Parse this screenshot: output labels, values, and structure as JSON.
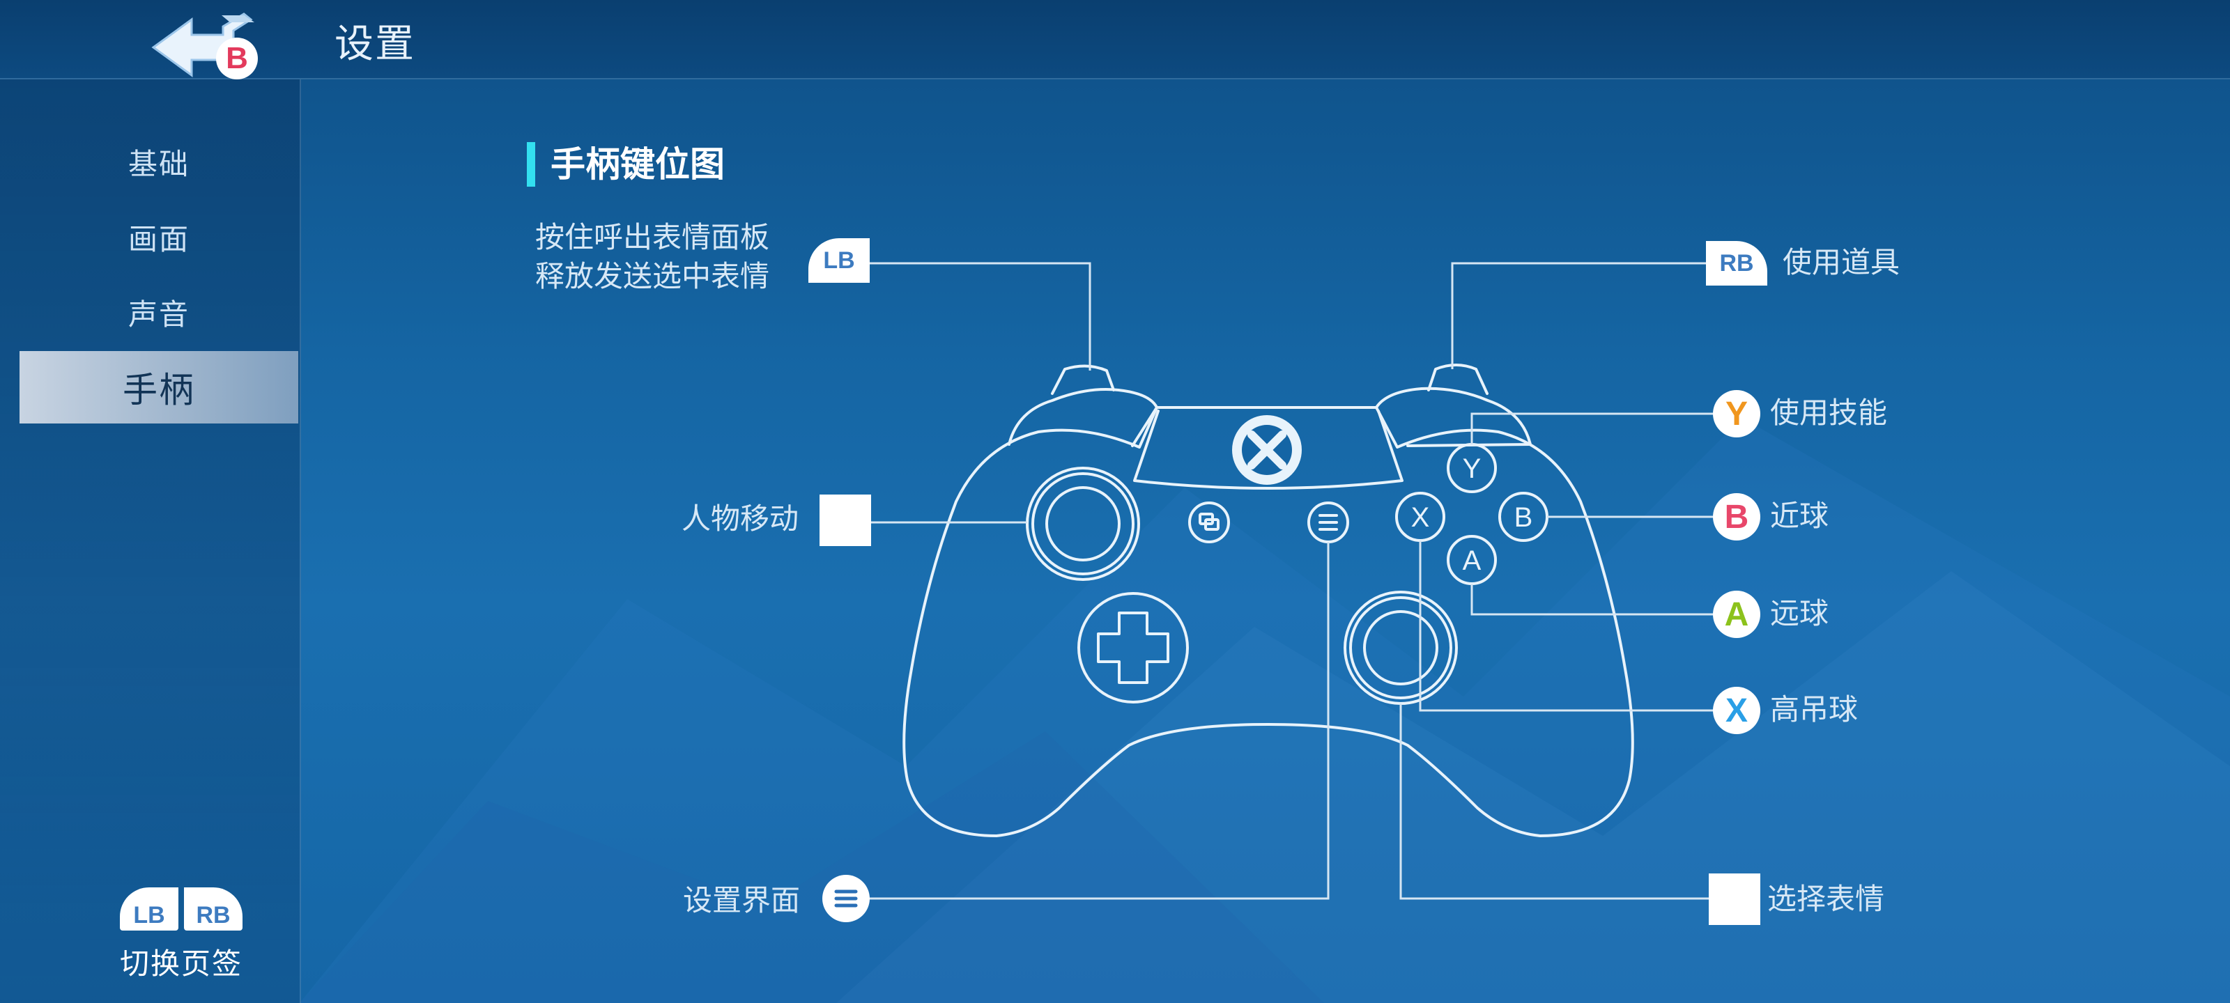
{
  "header": {
    "title": "设置",
    "back_badge": "B"
  },
  "sidebar": {
    "items": [
      {
        "label": "基础",
        "active": false
      },
      {
        "label": "画面",
        "active": false
      },
      {
        "label": "声音",
        "active": false
      },
      {
        "label": "手柄",
        "active": true
      }
    ],
    "tab_switch": {
      "lb": "LB",
      "rb": "RB",
      "label": "切换页签"
    }
  },
  "main": {
    "section_title": "手柄键位图",
    "callouts": {
      "lb_line1": "按住呼出表情面板",
      "lb_line2": "释放发送选中表情",
      "lb_badge": "LB",
      "left_stick": "人物移动",
      "menu": "设置界面",
      "rb_badge": "RB",
      "rb": "使用道具",
      "y_badge": "Y",
      "y": "使用技能",
      "b_badge": "B",
      "b": "近球",
      "a_badge": "A",
      "a": "远球",
      "x_badge": "X",
      "x": "高吊球",
      "right_stick": "选择表情"
    },
    "face_button_colors": {
      "y": "#f0961e",
      "b": "#e8476a",
      "a": "#8cc21c",
      "x": "#2a9fe6"
    }
  }
}
